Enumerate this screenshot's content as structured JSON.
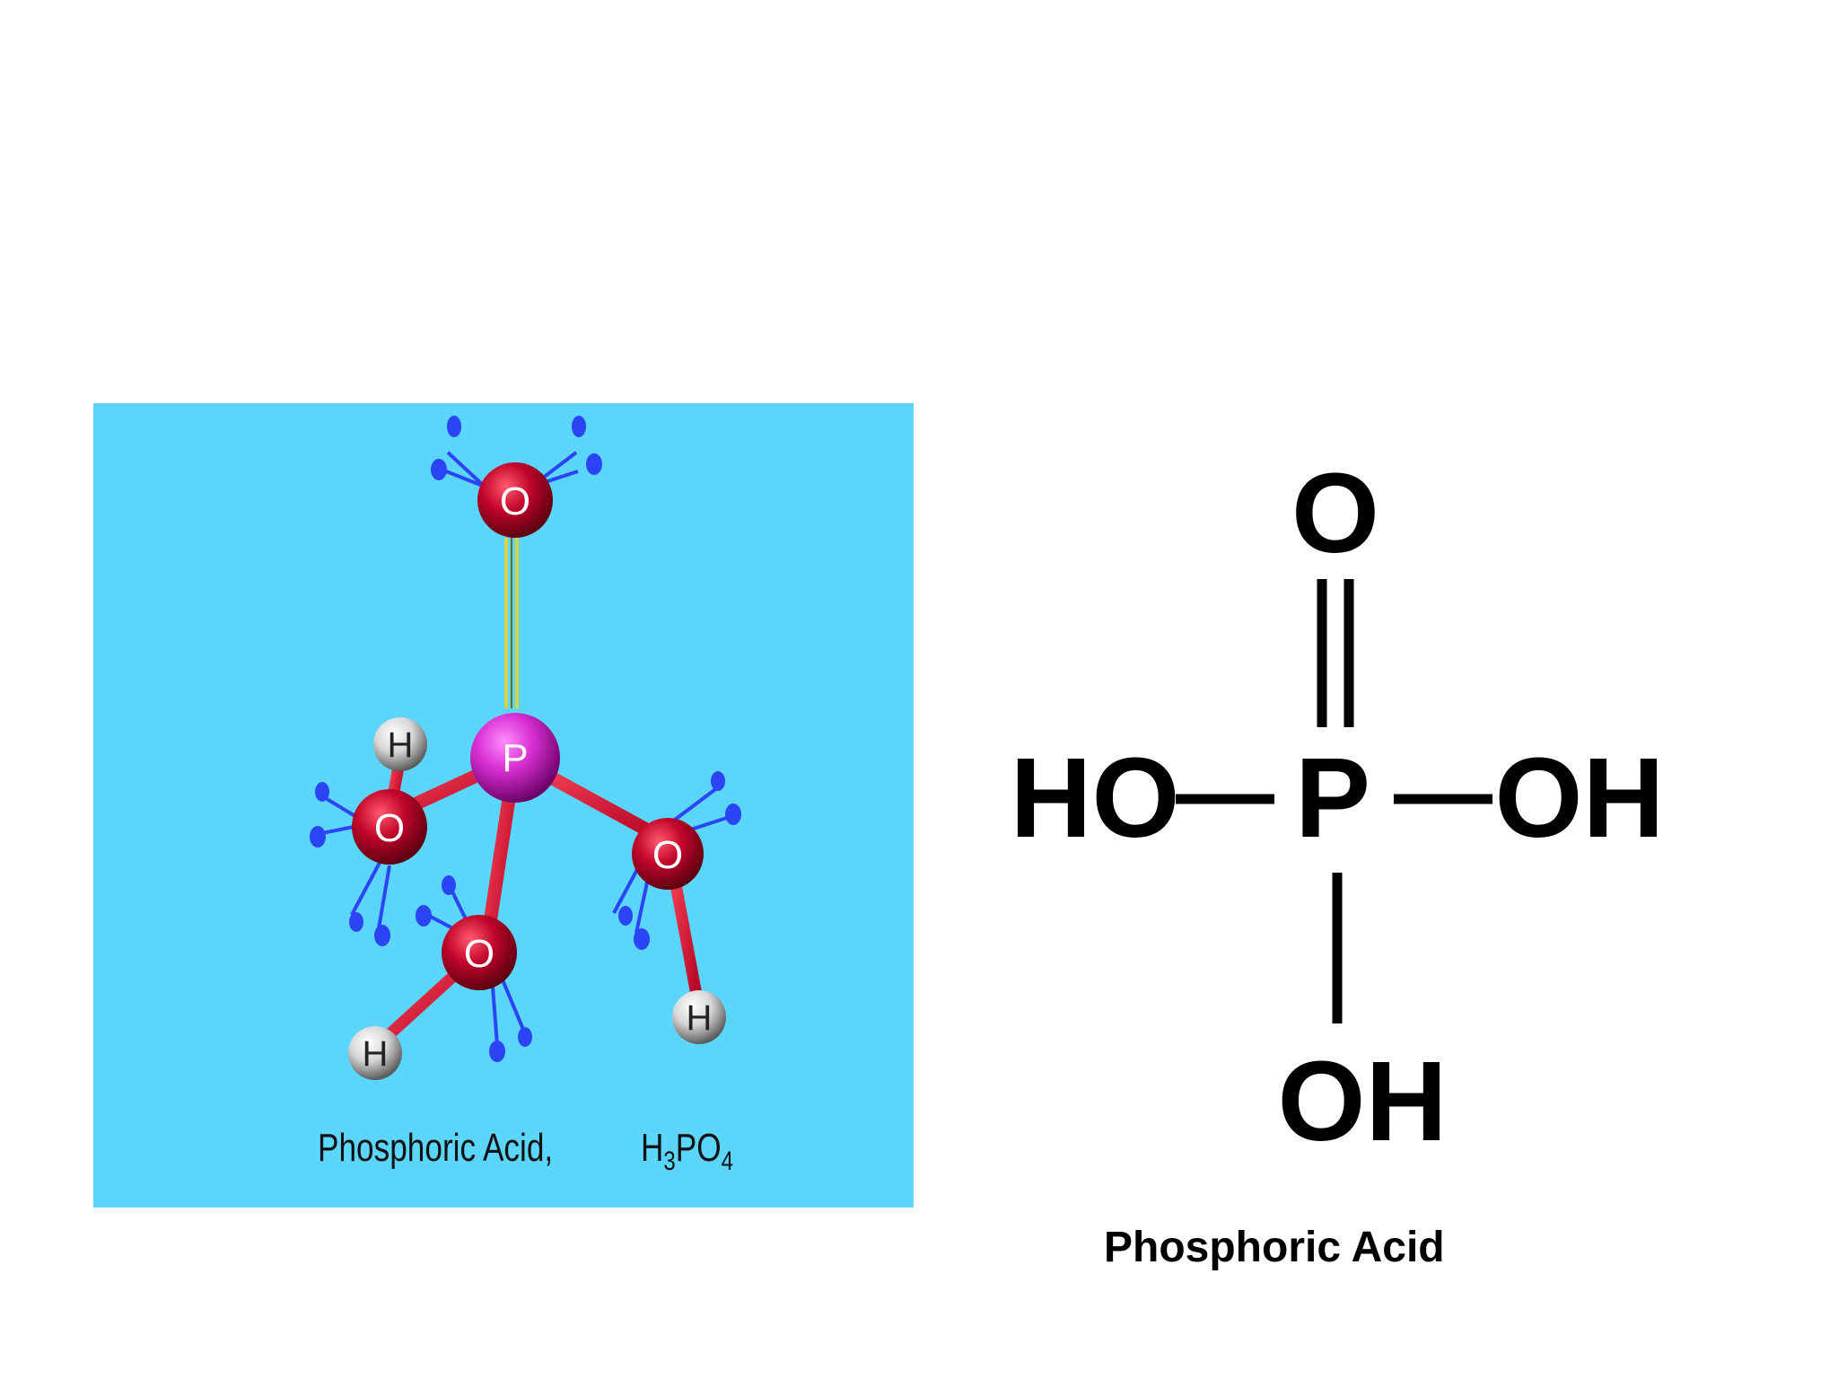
{
  "model": {
    "atom_labels": {
      "phosphorus": "P",
      "oxygen": "O",
      "hydrogen": "H"
    },
    "caption": "Phosphoric Acid,",
    "formula": {
      "h": "H",
      "h_count": "3",
      "po": "PO",
      "o_count": "4"
    },
    "colors": {
      "background": "#5cd5fb",
      "phosphorus": "#d82fd2",
      "oxygen": "#c3062b",
      "hydrogen": "#e2e2e2",
      "bond": "#d4092a",
      "double_bond": "#d8d24a",
      "lone_pair": "#2b45f5"
    }
  },
  "structure": {
    "top_oxygen": "O",
    "center": "P",
    "left_group": "HO",
    "right_group": "OH",
    "bottom_group": "OH",
    "caption": "Phosphoric Acid"
  }
}
